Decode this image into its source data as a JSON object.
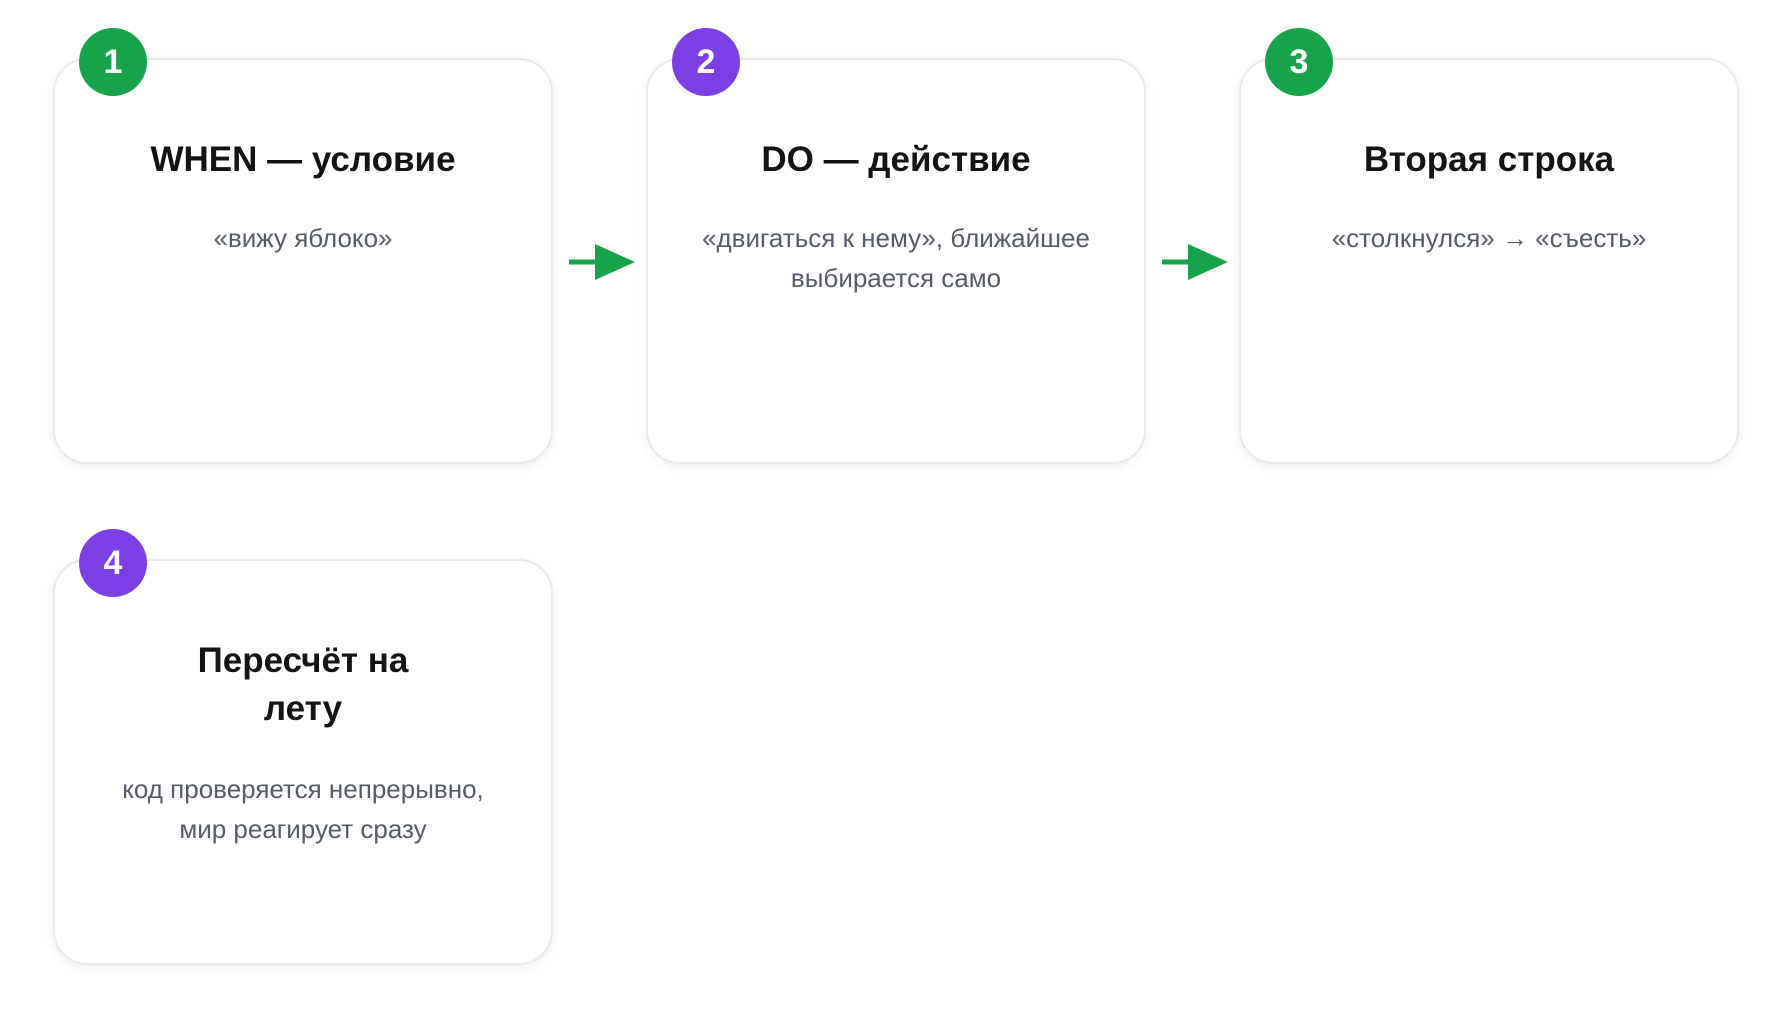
{
  "colors": {
    "green": "#17a34a",
    "purple": "#7b3fe4"
  },
  "steps": [
    {
      "number": "1",
      "title": "WHEN — условие",
      "text": "«вижу яблоко»",
      "badge_color": "green"
    },
    {
      "number": "2",
      "title": "DO — действие",
      "text": "«двигаться к нему», ближайшее выбирается само",
      "badge_color": "purple"
    },
    {
      "number": "3",
      "title": "Вторая строка",
      "text": "«столкнулся» → «съесть»",
      "badge_color": "green"
    },
    {
      "number": "4",
      "title": "Пересчёт на лету",
      "text": "код проверяется непрерывно, мир реагирует сразу",
      "badge_color": "purple"
    }
  ],
  "arrows": [
    {
      "from": "1",
      "to": "2",
      "icon": "right-arrow-icon"
    },
    {
      "from": "2",
      "to": "3",
      "icon": "right-arrow-icon"
    }
  ]
}
